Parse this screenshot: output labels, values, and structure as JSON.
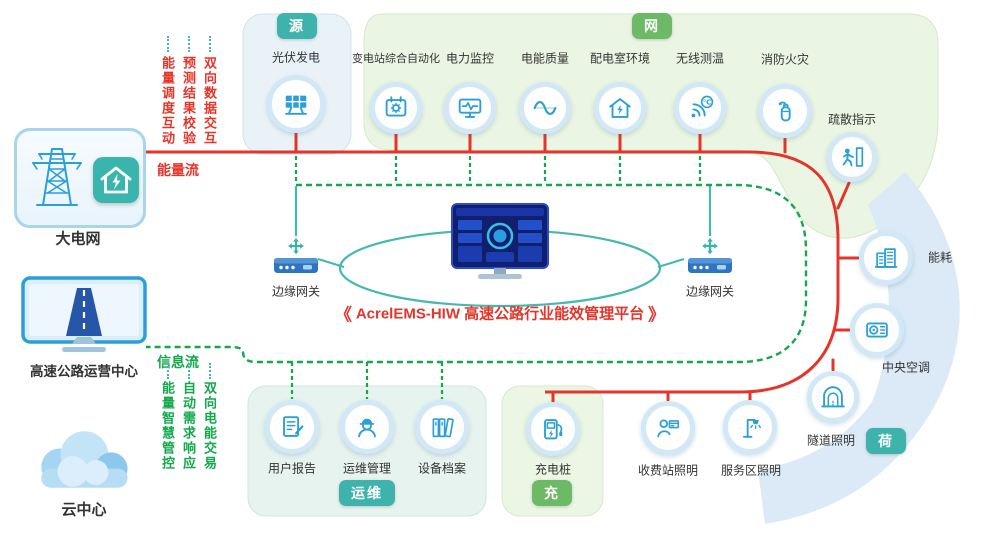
{
  "platform": {
    "left_mark": "《",
    "name": "AcrelEMS-HIW 高速公路行业能效管理平台",
    "right_mark": "》"
  },
  "flows": {
    "energy": "能量流",
    "info": "信息流"
  },
  "badges": {
    "source": "源",
    "grid": "网",
    "ops": "运维",
    "charge": "充",
    "load": "荷"
  },
  "left_column": {
    "power_grid": "大电网",
    "operation_center": "高速公路运营中心",
    "cloud_center": "云中心"
  },
  "vertical_texts": {
    "top": [
      "能量调度互动",
      "预测结果校验",
      "双向数据交互"
    ],
    "bottom": [
      "能量智慧管控",
      "自动需求响应",
      "双向电能交易"
    ]
  },
  "source_section": {
    "items": [
      {
        "label": "光伏发电"
      }
    ]
  },
  "grid_section": {
    "items": [
      {
        "label": "变电站综合自动化"
      },
      {
        "label": "电力监控"
      },
      {
        "label": "电能质量"
      },
      {
        "label": "配电室环境"
      },
      {
        "label": "无线测温"
      },
      {
        "label": "消防火灾"
      },
      {
        "label": "疏散指示"
      }
    ]
  },
  "gateways": {
    "left": "边缘网关",
    "right": "边缘网关"
  },
  "ops_section": {
    "items": [
      {
        "label": "用户报告"
      },
      {
        "label": "运维管理"
      },
      {
        "label": "设备档案"
      }
    ]
  },
  "charge_section": {
    "items": [
      {
        "label": "充电桩"
      }
    ]
  },
  "load_section": {
    "items": [
      {
        "label": "能耗"
      },
      {
        "label": "中央空调"
      },
      {
        "label": "隧道照明"
      },
      {
        "label": "收费站照明"
      },
      {
        "label": "服务区照明"
      }
    ]
  },
  "colors": {
    "energy_flow": "#e5352b",
    "info_flow": "#13a84b",
    "device_link": "#45b8b0",
    "icon_blue": "#2b9fd8",
    "badge_teal": "#3eb3ab",
    "badge_green": "#6cb966"
  }
}
